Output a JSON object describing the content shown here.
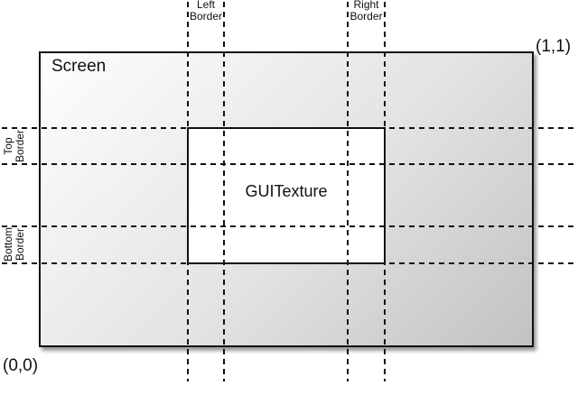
{
  "screen": {
    "label": "Screen",
    "corner_top_right": "(1,1)",
    "corner_bottom_left": "(0,0)"
  },
  "texture": {
    "label": "GUITexture"
  },
  "borders": {
    "left": {
      "line1": "Left",
      "line2": "Border"
    },
    "right": {
      "line1": "Right",
      "line2": "Border"
    },
    "top": {
      "line1": "Top",
      "line2": "Border"
    },
    "bottom": {
      "line1": "Bottom",
      "line2": "Border"
    }
  },
  "colors": {
    "background": "#ffffff",
    "line": "#111111",
    "text": "#111111",
    "screen_gradient_start": "#fefefe",
    "screen_gradient_mid": "#e3e3e3",
    "screen_gradient_end": "#c2c2c2",
    "texture_fill": "#ffffff"
  }
}
